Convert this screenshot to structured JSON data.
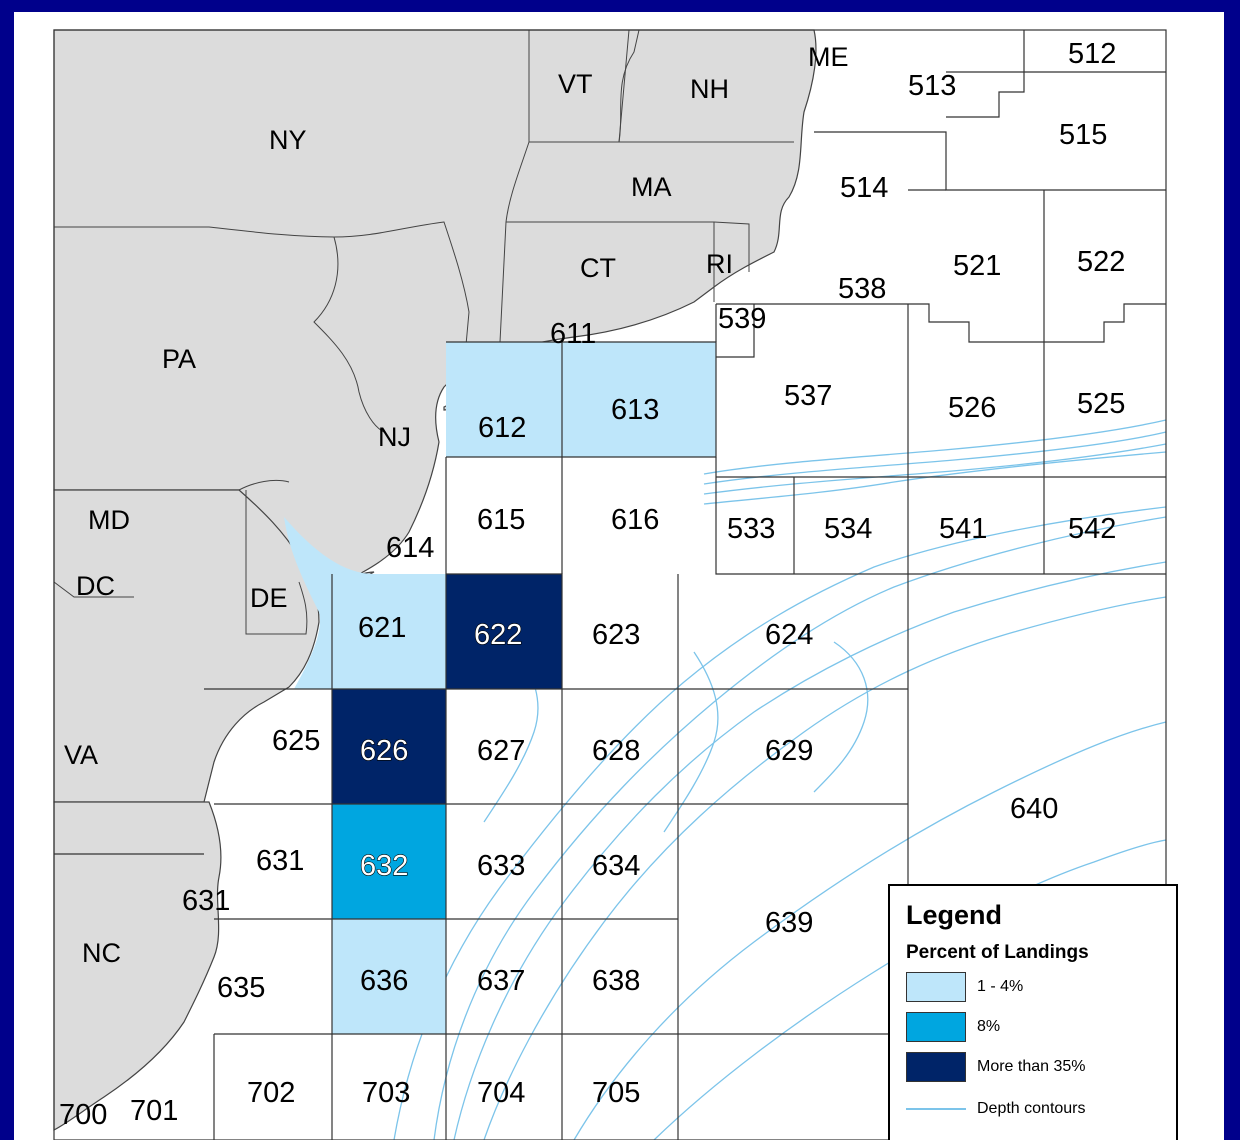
{
  "states": [
    "NY",
    "VT",
    "NH",
    "ME",
    "MA",
    "CT",
    "RI",
    "PA",
    "NJ",
    "MD",
    "DE",
    "DC",
    "VA",
    "NC"
  ],
  "areas": {
    "a512": "512",
    "a513": "513",
    "a515": "515",
    "a514": "514",
    "a521": "521",
    "a522": "522",
    "a538": "538",
    "a539": "539",
    "a611": "611",
    "a612": "612",
    "a613": "613",
    "a537": "537",
    "a526": "526",
    "a525": "525",
    "a614": "614",
    "a615": "615",
    "a616": "616",
    "a533": "533",
    "a534": "534",
    "a541": "541",
    "a542": "542",
    "a621": "621",
    "a622": "622",
    "a623": "623",
    "a624": "624",
    "a625": "625",
    "a626": "626",
    "a627": "627",
    "a628": "628",
    "a629": "629",
    "a640": "640",
    "a631": "631",
    "a631b": "631",
    "a632": "632",
    "a633": "633",
    "a634": "634",
    "a639": "639",
    "a635": "635",
    "a636": "636",
    "a637": "637",
    "a638": "638",
    "a700": "700",
    "a701": "701",
    "a702": "702",
    "a703": "703",
    "a704": "704",
    "a705": "705"
  },
  "shading": {
    "light": [
      "612",
      "613",
      "621",
      "636"
    ],
    "medium": [
      "632"
    ],
    "dark": [
      "622",
      "626"
    ]
  },
  "colors": {
    "land": "#dcdcdc",
    "light": "#bee6fa",
    "medium": "#00a6e0",
    "dark": "#002468",
    "contour": "#7cc4ea",
    "frame": "#00008b"
  },
  "legend": {
    "title": "Legend",
    "subtitle": "Percent of Landings",
    "items": [
      {
        "label": "1 - 4%",
        "kind": "light"
      },
      {
        "label": "8%",
        "kind": "medium"
      },
      {
        "label": "More than 35%",
        "kind": "dark"
      },
      {
        "label": "Depth contours",
        "kind": "contour"
      }
    ]
  }
}
